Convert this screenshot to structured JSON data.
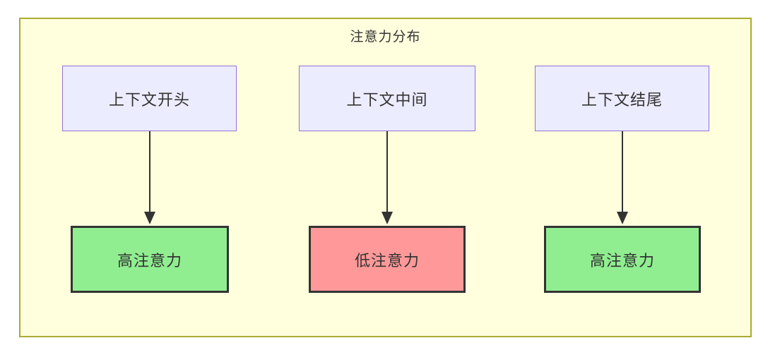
{
  "diagram": {
    "title": "注意力分布",
    "colors": {
      "container_fill": "#FFFFDE",
      "container_border": "#AAAA33",
      "source_fill": "#ECECFF",
      "source_border": "#9370DB",
      "high_fill": "#90EE90",
      "low_fill": "#FF9999",
      "result_border": "#333333",
      "arrow": "#333333",
      "text": "#333333"
    },
    "sources": [
      {
        "label": "上下文开头"
      },
      {
        "label": "上下文中间"
      },
      {
        "label": "上下文结尾"
      }
    ],
    "results": [
      {
        "label": "高注意力",
        "level": "high"
      },
      {
        "label": "低注意力",
        "level": "low"
      },
      {
        "label": "高注意力",
        "level": "high"
      }
    ],
    "edges": [
      {
        "from": "上下文开头",
        "to": "高注意力"
      },
      {
        "from": "上下文中间",
        "to": "低注意力"
      },
      {
        "from": "上下文结尾",
        "to": "高注意力"
      }
    ]
  }
}
